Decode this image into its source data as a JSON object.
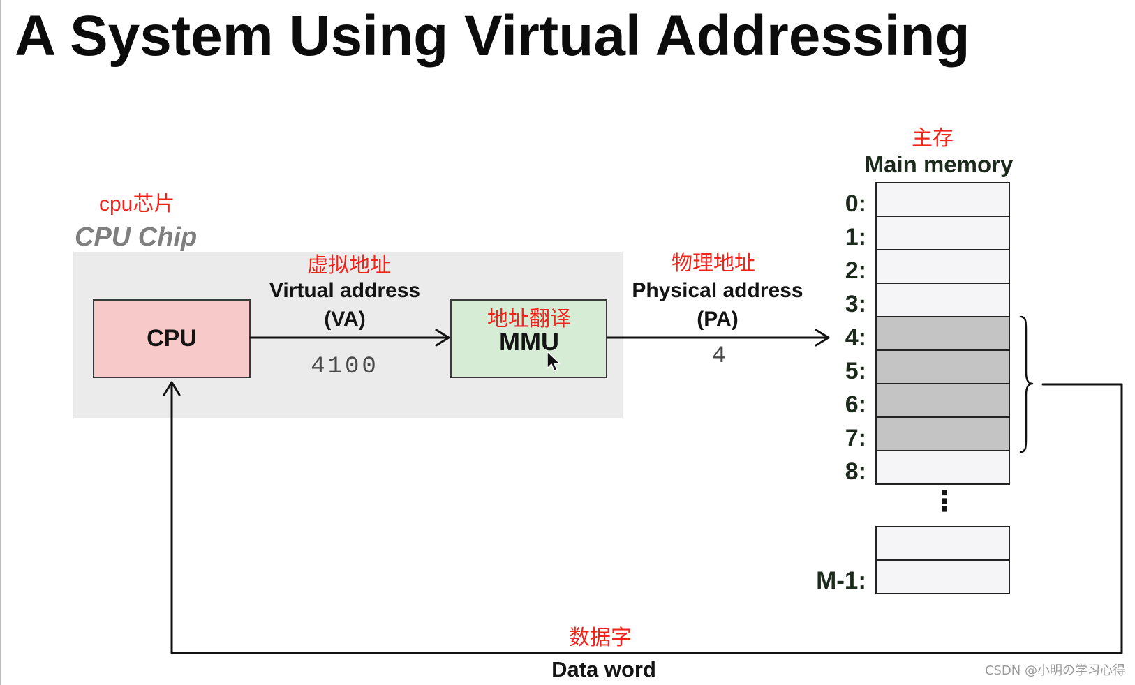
{
  "title": "A System Using Virtual Addressing",
  "cpu_chip": {
    "annotation": "cpu芯片",
    "label": "CPU Chip",
    "cpu_label": "CPU"
  },
  "virtual_address": {
    "annotation": "虚拟地址",
    "label": "Virtual address",
    "abbr": "(VA)",
    "value": "4100"
  },
  "mmu": {
    "annotation": "地址翻译",
    "label": "MMU"
  },
  "physical_address": {
    "annotation": "物理地址",
    "label": "Physical address",
    "abbr": "(PA)",
    "value": "4"
  },
  "main_memory": {
    "annotation": "主存",
    "label": "Main memory",
    "rows": [
      {
        "label": "0:",
        "highlighted": false
      },
      {
        "label": "1:",
        "highlighted": false
      },
      {
        "label": "2:",
        "highlighted": false
      },
      {
        "label": "3:",
        "highlighted": false
      },
      {
        "label": "4:",
        "highlighted": true
      },
      {
        "label": "5:",
        "highlighted": true
      },
      {
        "label": "6:",
        "highlighted": true
      },
      {
        "label": "7:",
        "highlighted": true
      },
      {
        "label": "8:",
        "highlighted": false
      }
    ],
    "ellipsis": "⋮",
    "last_row_label": "M-1:"
  },
  "data_word": {
    "annotation": "数据字",
    "label": "Data word"
  },
  "watermark": "CSDN @小明の学习心得",
  "icons": {
    "cursor": "mouse-cursor-icon"
  },
  "colors": {
    "annotation": "#f2231b",
    "cpu_fill": "#f8c9c9",
    "mmu_fill": "#d6ecd4",
    "chip_background": "#ebebeb",
    "memory_cell": "#f5f5f7",
    "memory_cell_highlighted": "#c4c4c4"
  }
}
